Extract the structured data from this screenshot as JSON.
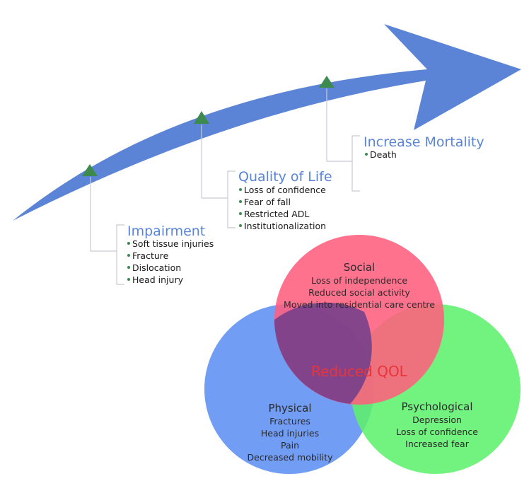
{
  "timeline": {
    "stages": [
      {
        "heading": "Impairment",
        "items": [
          "Soft tissue injuries",
          "Fracture",
          "Dislocation",
          "Head injury"
        ]
      },
      {
        "heading": "Quality of Life",
        "items": [
          "Loss of confidence",
          "Fear of fall",
          "Restricted ADL",
          "Institutionalization"
        ]
      },
      {
        "heading": "Increase Mortality",
        "items": [
          "Death"
        ]
      }
    ]
  },
  "venn": {
    "center_label": "Reduced QOL",
    "circles": [
      {
        "title": "Social",
        "items": [
          "Loss of independence",
          "Reduced social activity",
          "Moved into residential care centre"
        ],
        "color": "#ff5f7e"
      },
      {
        "title": "Physical",
        "items": [
          "Fractures",
          "Head injuries",
          "Pain",
          "Decreased mobility"
        ],
        "color": "#5d8ff2"
      },
      {
        "title": "Psychological",
        "items": [
          "Depression",
          "Loss of confidence",
          "Increased fear"
        ],
        "color": "#5ff06d"
      }
    ]
  },
  "colors": {
    "arrow": "#5b84d6",
    "marker": "#3d8a4e",
    "heading": "#5b84d6",
    "center_label": "#e8343a"
  }
}
